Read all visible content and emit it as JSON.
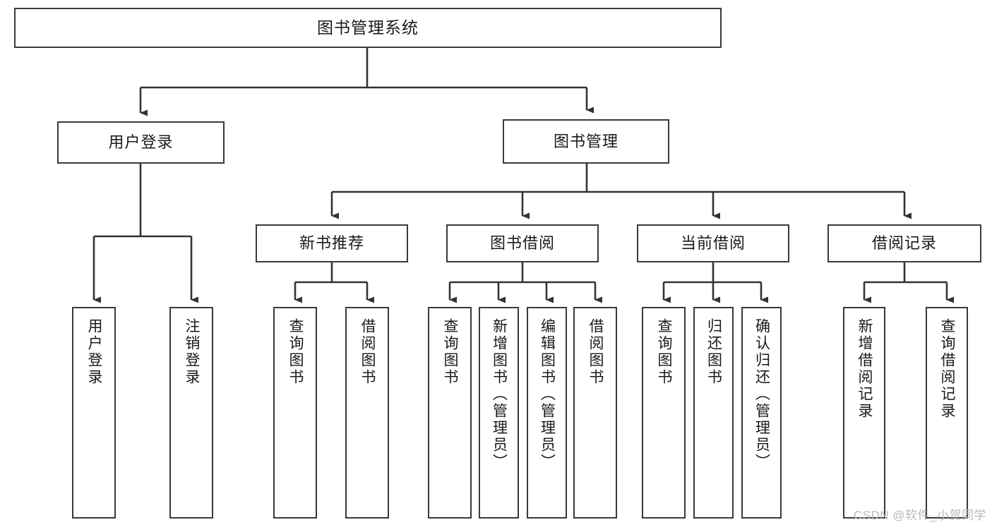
{
  "diagram": {
    "title": "图书管理系统",
    "type": "functional-structure-tree",
    "colors": {
      "box_border": "#3a3a3a",
      "box_fill": "#ffffff",
      "edge": "#333333",
      "text": "#1a1a1a",
      "watermark": "#b9b9b9",
      "background": "#ffffff"
    },
    "root": {
      "label": "图书管理系统"
    },
    "level1": [
      {
        "label": "用户登录"
      },
      {
        "label": "图书管理"
      }
    ],
    "level2": [
      {
        "label": "新书推荐"
      },
      {
        "label": "图书借阅"
      },
      {
        "label": "当前借阅"
      },
      {
        "label": "借阅记录"
      }
    ],
    "leaves": {
      "user_login": [
        {
          "label": "用户登录"
        },
        {
          "label": "注销登录"
        }
      ],
      "new_book_recommend": [
        {
          "label": "查询图书"
        },
        {
          "label": "借阅图书"
        }
      ],
      "book_borrow": [
        {
          "label": "查询图书"
        },
        {
          "label": "新增图书（管理员）"
        },
        {
          "label": "编辑图书（管理员）"
        },
        {
          "label": "借阅图书"
        }
      ],
      "current_borrow": [
        {
          "label": "查询图书"
        },
        {
          "label": "归还图书"
        },
        {
          "label": "确认归还（管理员）"
        }
      ],
      "borrow_record": [
        {
          "label": "新增借阅记录"
        },
        {
          "label": "查询借阅记录"
        }
      ]
    }
  },
  "watermark": {
    "text": "CSDN @软件_小贺同学"
  }
}
